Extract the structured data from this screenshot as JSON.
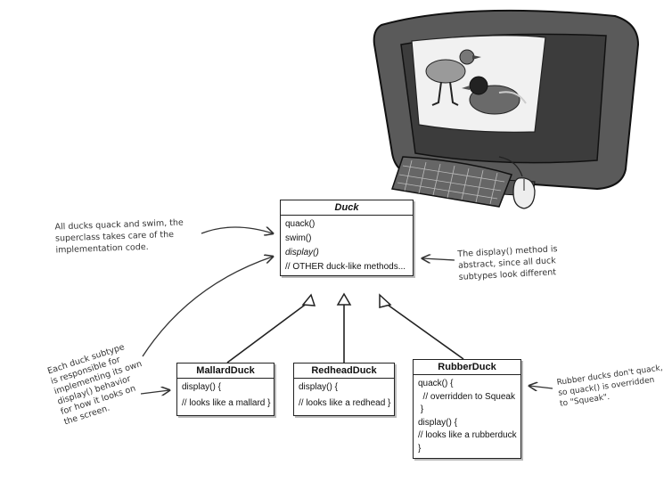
{
  "duck": {
    "title": "Duck",
    "methods": [
      "quack()",
      "swim()",
      "display()",
      "// OTHER duck-like methods..."
    ]
  },
  "mallard": {
    "title": "MallardDuck",
    "lines": [
      "display() {",
      "// looks like a mallard }"
    ]
  },
  "redhead": {
    "title": "RedheadDuck",
    "lines": [
      "display() {",
      "// looks like a redhead }"
    ]
  },
  "rubber": {
    "title": "RubberDuck",
    "lines": [
      "quack() {",
      "  // overridden to Squeak",
      " }",
      "display() {",
      "// looks like a rubberduck",
      "}"
    ]
  },
  "notes": {
    "superclass": [
      "All ducks quack and swim, the",
      "superclass takes care of the",
      "implementation code."
    ],
    "abstract": [
      "The display() method is",
      "abstract, since all duck",
      "subtypes look different"
    ],
    "subtype": [
      "Each duck subtype",
      "is responsible for",
      "implementing its own",
      "display() behavior",
      "for how it looks on",
      "the screen."
    ],
    "rubber": [
      "Rubber ducks don't quack,",
      "so quack() is overridden",
      "to \"Squeak\"."
    ]
  }
}
